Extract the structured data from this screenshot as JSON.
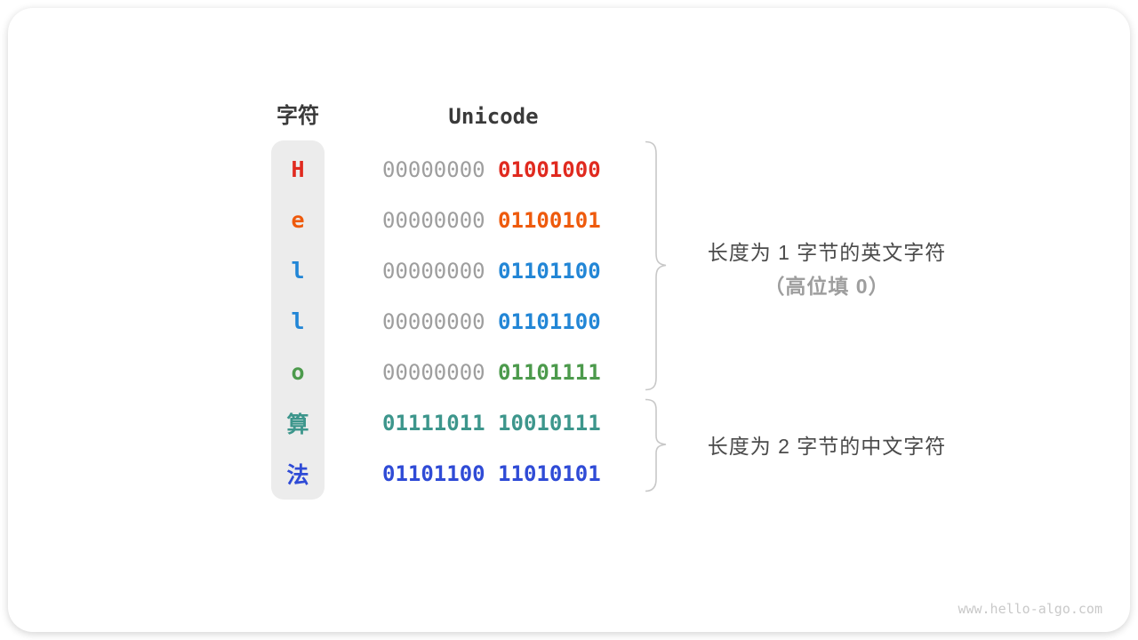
{
  "headers": {
    "char": "字符",
    "unicode": "Unicode"
  },
  "rows": [
    {
      "char": "H",
      "color": "#e02a1f",
      "byte1": "00000000",
      "byte1_color": "#9e9e9e",
      "byte2": "01001000"
    },
    {
      "char": "e",
      "color": "#ee5a0c",
      "byte1": "00000000",
      "byte1_color": "#9e9e9e",
      "byte2": "01100101"
    },
    {
      "char": "l",
      "color": "#2286d6",
      "byte1": "00000000",
      "byte1_color": "#9e9e9e",
      "byte2": "01101100"
    },
    {
      "char": "l",
      "color": "#2286d6",
      "byte1": "00000000",
      "byte1_color": "#9e9e9e",
      "byte2": "01101100"
    },
    {
      "char": "o",
      "color": "#4c9a4c",
      "byte1": "00000000",
      "byte1_color": "#9e9e9e",
      "byte2": "01101111"
    },
    {
      "char": "算",
      "color": "#3d968c",
      "byte1": "01111011",
      "byte1_color": "#3d968c",
      "byte2": "10010111"
    },
    {
      "char": "法",
      "color": "#2f4bd6",
      "byte1": "01101100",
      "byte1_color": "#2f4bd6",
      "byte2": "11010101"
    }
  ],
  "annotations": {
    "group1": {
      "line1": "长度为 1 字节的英文字符",
      "line2": "（高位填 0）"
    },
    "group2": {
      "line1": "长度为 2 字节的中文字符"
    }
  },
  "watermark": "www.hello-algo.com",
  "colors": {
    "column_bg": "#ececec",
    "header_text": "#3a3a3a",
    "gray_bits": "#9e9e9e",
    "annotation_text": "#4a4a4a",
    "annotation_sub": "#9e9e9e",
    "brace": "#c8c8c8",
    "watermark": "#c9c9c9"
  }
}
